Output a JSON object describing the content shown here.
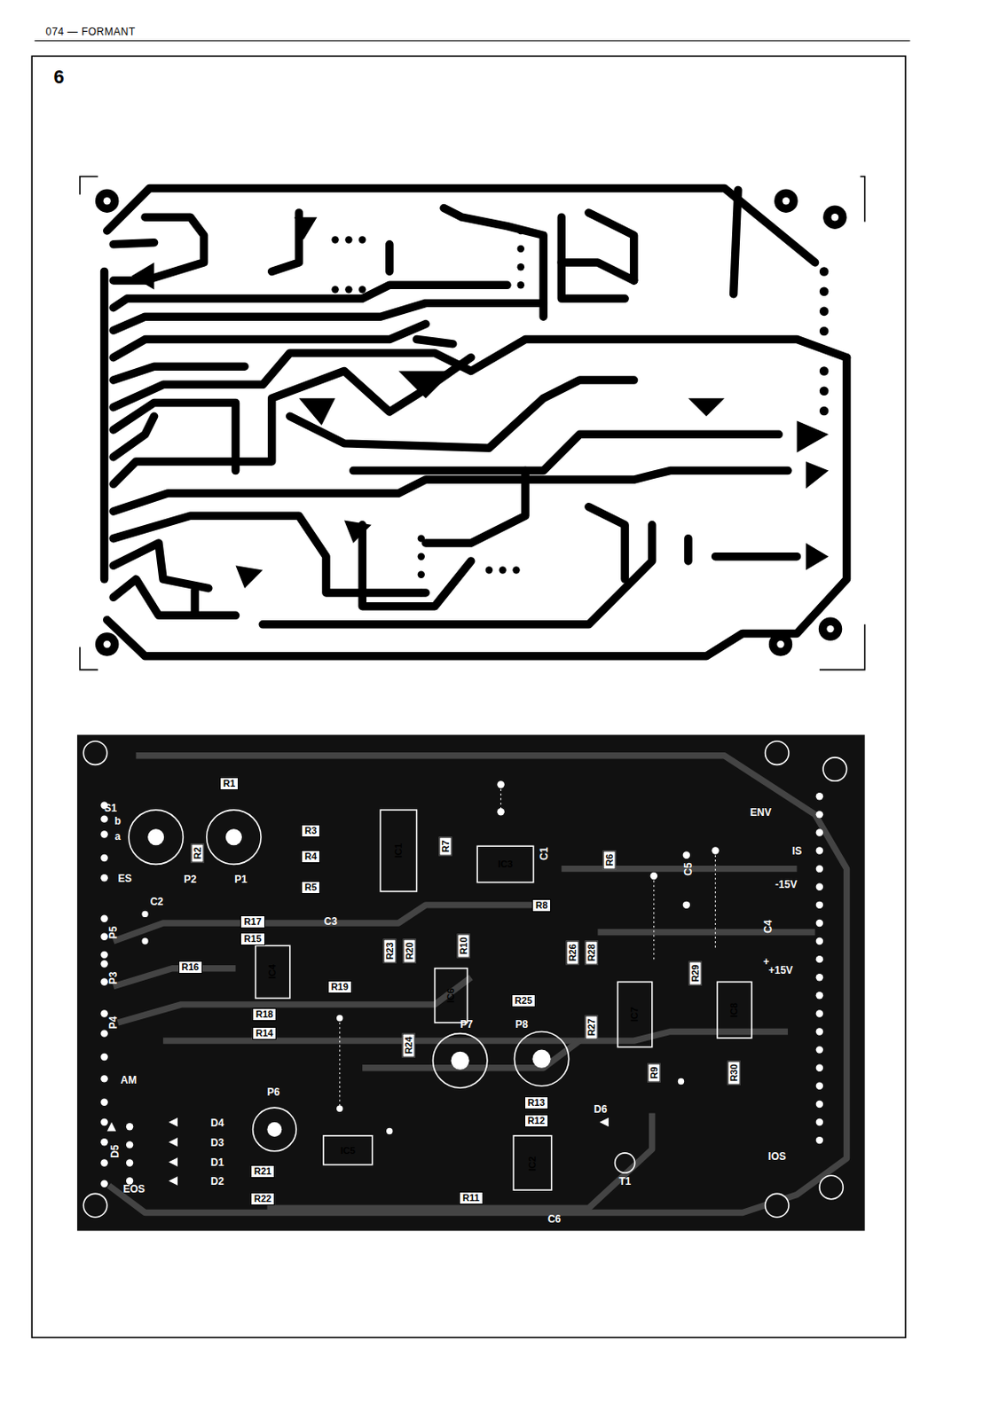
{
  "diagram": {
    "labels": [
      "074 — FORMANT",
      "6",
      "S1",
      "b",
      "a",
      "R1",
      "R2",
      "P2",
      "P1",
      "R3",
      "R4",
      "R5",
      "ES",
      "C2",
      "R17",
      "R15",
      "C3",
      "R16",
      "IC4",
      "R19",
      "R18",
      "R14",
      "R23",
      "R20",
      "IC1",
      "R7",
      "IC3",
      "C1",
      "R8",
      "R6",
      "R10",
      "ENV",
      "IS",
      "-15V",
      "C5",
      "C4",
      "+",
      "+15V",
      "R26",
      "R28",
      "R29",
      "IC6",
      "R25",
      "R27",
      "IC7",
      "IC8",
      "R24",
      "P7",
      "P8",
      "R9",
      "R30",
      "R13",
      "R12",
      "D6",
      "IC2",
      "T1",
      "IOS",
      "R11",
      "C6",
      "P6",
      "IC5",
      "R21",
      "R22",
      "D4",
      "D3",
      "D1",
      "D2",
      "D5",
      "EOS",
      "AM",
      "P5",
      "P3",
      "P4"
    ]
  }
}
